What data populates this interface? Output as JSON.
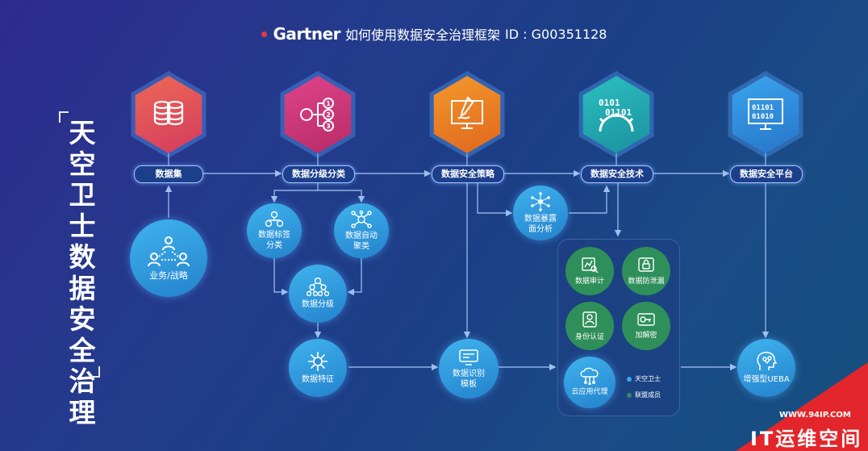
{
  "header": {
    "brand": "Gartner",
    "title": "如何使用数据安全治理框架",
    "doc_id": "ID : G00351128"
  },
  "vertical_title": "天空卫士数据安全治理",
  "top_nodes": [
    {
      "label": "数据集",
      "icon": "database-icon",
      "color": "#e0475a"
    },
    {
      "label": "数据分级分类",
      "icon": "classification-tree-icon",
      "color": "#c9366f"
    },
    {
      "label": "数据安全策略",
      "icon": "policy-pen-icon",
      "color": "#e8781f"
    },
    {
      "label": "数据安全技术",
      "icon": "binary-gear-icon",
      "color": "#23a8a8"
    },
    {
      "label": "数据安全平台",
      "icon": "binary-monitor-icon",
      "color": "#2f8fd8"
    }
  ],
  "process_nodes": {
    "business": "业务/战略",
    "tagging": "数据标签\n分类",
    "clustering": "数据自动\n聚类",
    "grading": "数据分级",
    "features": "数据特征",
    "recognition": "数据识别\n模板",
    "exposure": "数据暴露\n面分析",
    "ueba": "增强型UEBA"
  },
  "tech_panel": {
    "items": [
      {
        "label": "数据审计",
        "icon": "audit-icon",
        "type": "member"
      },
      {
        "label": "数据防泄漏",
        "icon": "dlp-lock-icon",
        "type": "member"
      },
      {
        "label": "身份认证",
        "icon": "identity-icon",
        "type": "member"
      },
      {
        "label": "加解密",
        "icon": "key-icon",
        "type": "member"
      },
      {
        "label": "云应用代理",
        "icon": "cloud-proxy-icon",
        "type": "skyguard"
      }
    ],
    "legend": [
      {
        "label": "天空卫士",
        "color": "#3aa6ee"
      },
      {
        "label": "联盟成员",
        "color": "#2f8f5a"
      }
    ]
  },
  "watermark": {
    "url": "WWW.94IP.COM",
    "name": "IT运维空间"
  }
}
